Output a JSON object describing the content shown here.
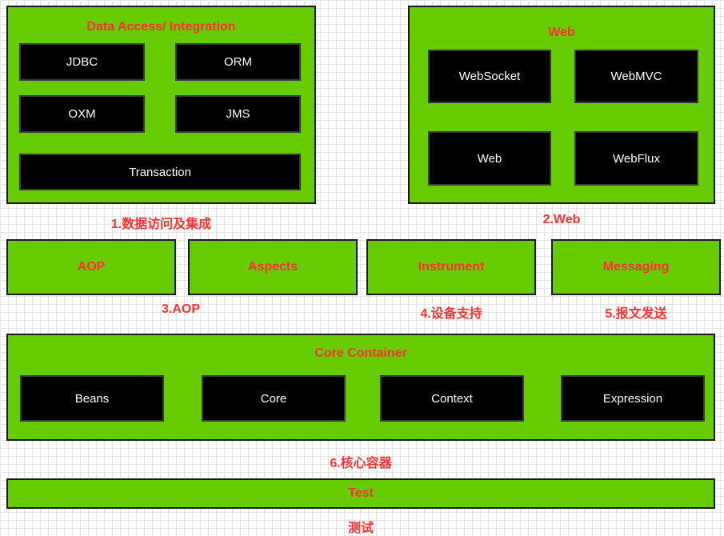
{
  "colors": {
    "module_fill": "#66cc00",
    "title_text": "#ff3333",
    "block_fill": "#000000",
    "block_text": "#ffffff"
  },
  "data_access": {
    "title": "Data Access/ Integration",
    "blocks": [
      "JDBC",
      "ORM",
      "OXM",
      "JMS",
      "Transaction"
    ],
    "caption": "1.数据访问及集成"
  },
  "web": {
    "title": "Web",
    "blocks": [
      "WebSocket",
      "WebMVC",
      "Web",
      "WebFlux"
    ],
    "caption": "2.Web"
  },
  "middle_bars": [
    "AOP",
    "Aspects",
    "Instrument",
    "Messaging"
  ],
  "middle_captions": [
    "3.AOP",
    "4.设备支持",
    "5.报文发送"
  ],
  "core_container": {
    "title": "Core Container",
    "blocks": [
      "Beans",
      "Core",
      "Context",
      "Expression"
    ],
    "caption": "6.核心容器"
  },
  "test": {
    "title": "Test",
    "caption": "测试"
  }
}
